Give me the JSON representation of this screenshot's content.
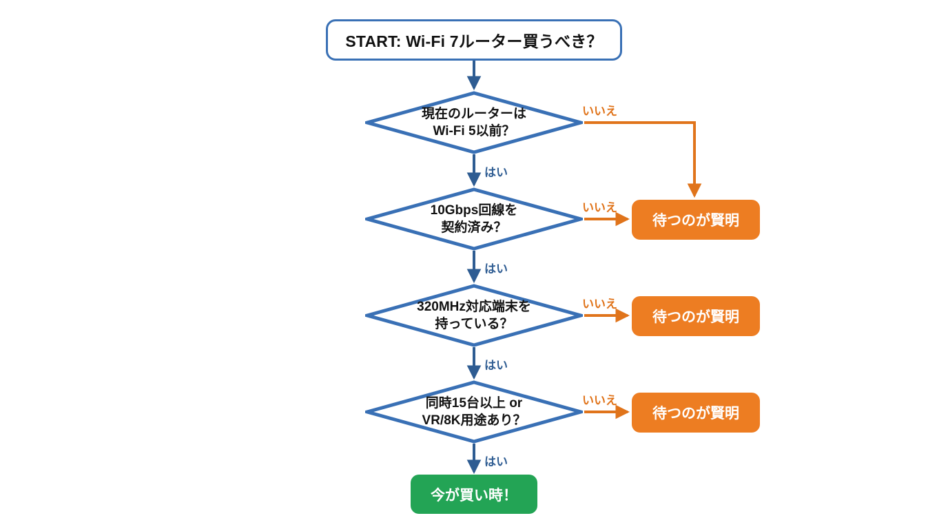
{
  "diagram": {
    "type": "flowchart",
    "colors": {
      "decision_outline": "#3970B5",
      "start_outline": "#3970B5",
      "yes_arrow": "#2E5C92",
      "no_arrow": "#E0741B",
      "wait_fill": "#ED7D22",
      "buy_fill": "#23A455",
      "background": "#FFFFFF",
      "node_text_dark": "#111111",
      "node_text_light": "#FFFFFF"
    },
    "start": {
      "label": "START: Wi-Fi 7ルーター買うべき？"
    },
    "decisions": [
      {
        "id": "d1",
        "line1": "現在のルーターは",
        "line2": "Wi-Fi 5以前？",
        "yes_label": "はい",
        "no_label": "いいえ"
      },
      {
        "id": "d2",
        "line1": "10Gbps回線を",
        "line2": "契約済み？",
        "yes_label": "はい",
        "no_label": "いいえ"
      },
      {
        "id": "d3",
        "line1": "320MHz対応端末を",
        "line2": "持っている？",
        "yes_label": "はい",
        "no_label": "いいえ"
      },
      {
        "id": "d4",
        "line1": "同時15台以上 or",
        "line2": "VR/8K用途あり？",
        "yes_label": "はい",
        "no_label": "いいえ"
      }
    ],
    "outcomes": {
      "wait": "待つのが賢明",
      "buy": "今が買い時！"
    }
  }
}
